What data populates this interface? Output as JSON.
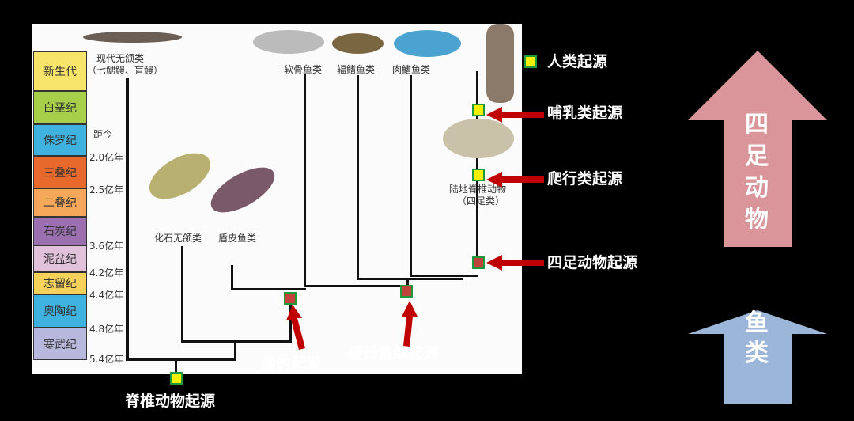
{
  "periods": [
    "新生代",
    "白垩纪",
    "侏罗纪",
    "三叠纪",
    "二叠纪",
    "石炭纪",
    "泥盆纪",
    "志留纪",
    "奥陶纪",
    "寒武纪"
  ],
  "period_colors": [
    "#f7e46a",
    "#a8cf4a",
    "#3fb2e0",
    "#e8692c",
    "#f6a85a",
    "#9b6fb0",
    "#e2c2da",
    "#f7d25a",
    "#3fb2e0",
    "#b8b8de"
  ],
  "time_label": "距今",
  "ticks": [
    "2.0亿年",
    "2.5亿年",
    "3.6亿年",
    "4.2亿年",
    "4.4亿年",
    "4.8亿年",
    "5.4亿年"
  ],
  "taxa": {
    "modern_agnatha": "现代无颌类",
    "modern_agnatha_sub": "（七鳃鳗、盲鳗）",
    "fossil_agnatha": "化石无颌类",
    "placoderms": "盾皮鱼类",
    "cartilaginous": "软骨鱼类",
    "ray_finned": "辐鳍鱼类",
    "lobe_finned": "肉鳍鱼类",
    "tetrapods": "陆地脊椎动物",
    "tetrapods_sub": "（四足类）"
  },
  "events": {
    "human": "人类起源",
    "mammal": "哺乳类起源",
    "reptile": "爬行类起源",
    "tetrapod": "四足动物起源",
    "jaw": "颌的起源",
    "osteichthyes": "硬骨鱼纲起源",
    "vertebrate": "脊椎动物起源"
  },
  "arrows": {
    "tetrapods": "四足动物",
    "fish": "鱼类",
    "tetrapods_color": "#d9959a",
    "fish_color": "#9bb6d8"
  }
}
